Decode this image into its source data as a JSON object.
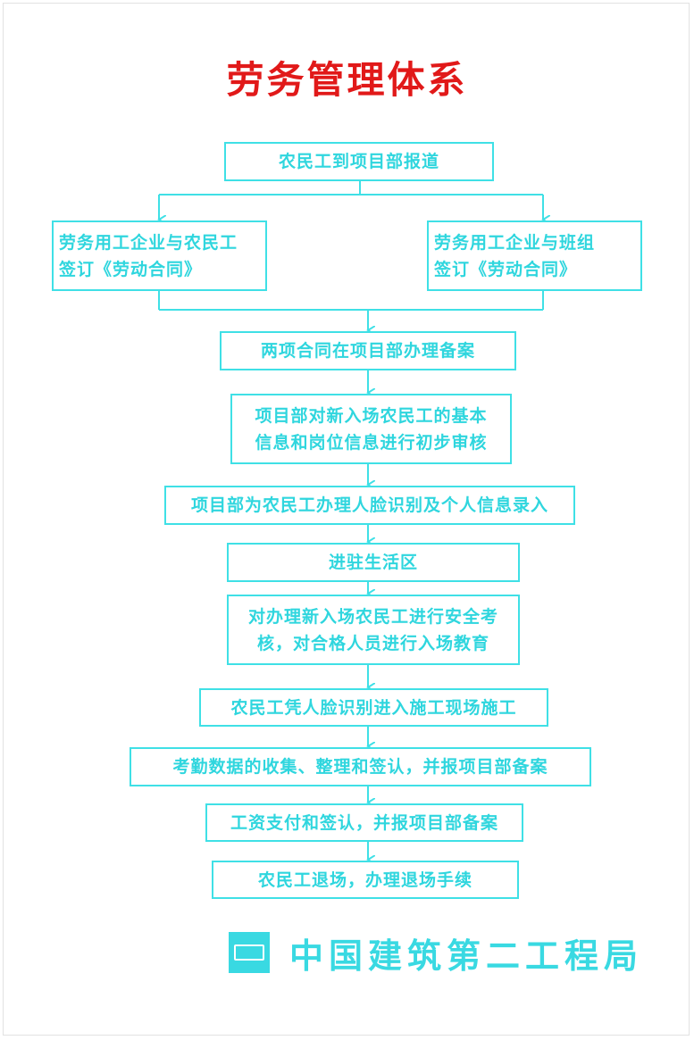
{
  "title": "劳务管理体系",
  "colors": {
    "title": "#e11919",
    "flow": "#3fe0e6",
    "text": "#2fd6de"
  },
  "steps": {
    "s1": "农民工到项目部报道",
    "s2a_line1": "劳务用工企业与农民工",
    "s2a_line2": "签订《劳动合同》",
    "s2b_line1": "劳务用工企业与班组",
    "s2b_line2": "签订《劳动合同》",
    "s3": "两项合同在项目部办理备案",
    "s4_line1": "项目部对新入场农民工的基本",
    "s4_line2": "信息和岗位信息进行初步审核",
    "s5": "项目部为农民工办理人脸识别及个人信息录入",
    "s6": "进驻生活区",
    "s7_line1": "对办理新入场农民工进行安全考",
    "s7_line2": "核，对合格人员进行入场教育",
    "s8": "农民工凭人脸识别进入施工现场施工",
    "s9": "考勤数据的收集、整理和签认，并报项目部备案",
    "s10": "工资支付和签认，并报项目部备案",
    "s11": "农民工退场，办理退场手续"
  },
  "footer": {
    "company": "中国建筑第二工程局",
    "logo_icon": "cscec-logo-icon"
  }
}
